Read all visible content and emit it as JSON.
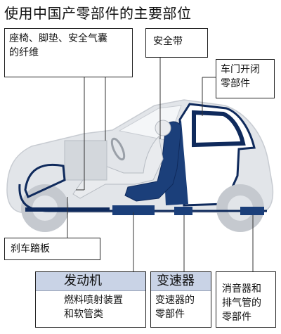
{
  "title": "使用中国产零部件的主要部位",
  "callouts": {
    "seat_fibers": [
      "座椅、脚垫、安全气囊",
      "的纤维"
    ],
    "seat_belt": "安全带",
    "door_parts": [
      "车门开闭",
      "零部件"
    ],
    "brake_pedal": "刹车踏板",
    "engine": {
      "header": "发动机",
      "body": [
        "燃料喷射装置",
        "和软管类"
      ]
    },
    "transmission": {
      "header": "变速器",
      "body": [
        "变速器的",
        "零部件"
      ]
    },
    "muffler_exhaust": [
      "消音器和",
      "排气管的",
      "零部件"
    ]
  },
  "colors": {
    "car_body": "#dfe2e6",
    "outline_dark_blue": "#0f2a5c",
    "seat_blue": "#1b3f7a",
    "header_blue": "#c9d3e6",
    "leader_line": "#333333"
  }
}
